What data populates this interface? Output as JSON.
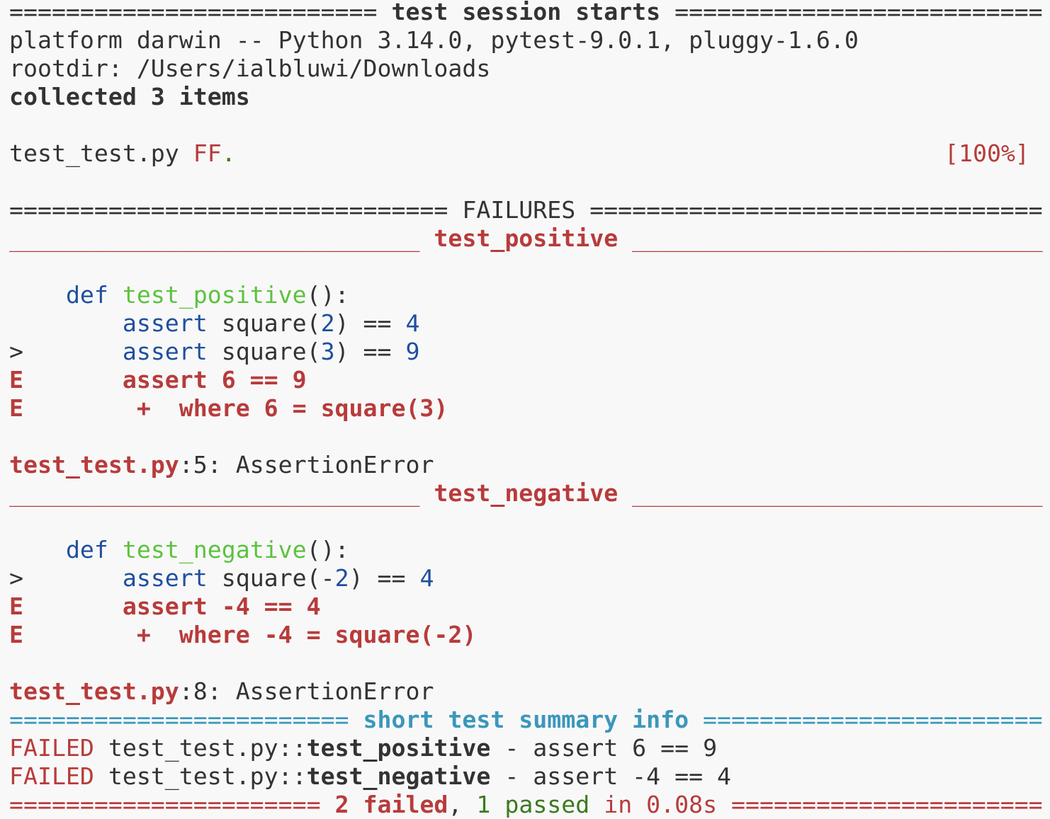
{
  "colors": {
    "red": "#b83b3b",
    "green": "#3d7a1f",
    "function_green": "#5cc23f",
    "keyword_blue": "#1f4f9e",
    "cyan": "#3b97bc",
    "text": "#333333",
    "background": "#f8f8f8"
  },
  "lines": [
    {
      "name": "session-start-header",
      "segs": [
        {
          "t": "========================== ",
          "s": "default"
        },
        {
          "t": "test session starts",
          "s": "bold"
        },
        {
          "t": " ==========================",
          "s": "default"
        }
      ]
    },
    {
      "name": "platform-info",
      "segs": [
        {
          "t": "platform darwin -- Python 3.14.0, pytest-9.0.1, pluggy-1.6.0",
          "s": "default"
        }
      ]
    },
    {
      "name": "rootdir",
      "segs": [
        {
          "t": "rootdir: /Users/ialbluwi/Downloads",
          "s": "default"
        }
      ]
    },
    {
      "name": "collected-count",
      "segs": [
        {
          "t": "collected 3 items",
          "s": "bold"
        }
      ]
    },
    {
      "name": "blank",
      "segs": []
    },
    {
      "name": "progress-line",
      "segs": [
        {
          "t": "test_test.py ",
          "s": "default"
        },
        {
          "t": "FF",
          "s": "red"
        },
        {
          "t": ".",
          "s": "green-dark"
        },
        {
          "t": "[100%]",
          "s": "red",
          "right": true
        }
      ]
    },
    {
      "name": "blank",
      "segs": []
    },
    {
      "name": "failures-header",
      "segs": [
        {
          "t": "=============================== FAILURES ================================",
          "s": "default"
        }
      ]
    },
    {
      "name": "failure-header-test-positive",
      "segs": [
        {
          "t": "_____________________________ ",
          "s": "red"
        },
        {
          "t": "test_positive",
          "s": "red-bold"
        },
        {
          "t": " _____________________________",
          "s": "red"
        }
      ]
    },
    {
      "name": "blank",
      "segs": []
    },
    {
      "name": "code-line",
      "segs": [
        {
          "t": "    ",
          "s": "default"
        },
        {
          "t": "def",
          "s": "blue"
        },
        {
          "t": " ",
          "s": "default"
        },
        {
          "t": "test_positive",
          "s": "fn-green"
        },
        {
          "t": "():",
          "s": "default"
        }
      ]
    },
    {
      "name": "code-line",
      "segs": [
        {
          "t": "        ",
          "s": "default"
        },
        {
          "t": "assert",
          "s": "blue"
        },
        {
          "t": " square(",
          "s": "default"
        },
        {
          "t": "2",
          "s": "blue"
        },
        {
          "t": ") == ",
          "s": "default"
        },
        {
          "t": "4",
          "s": "blue"
        }
      ]
    },
    {
      "name": "code-line-failing",
      "segs": [
        {
          "t": ">       ",
          "s": "default"
        },
        {
          "t": "assert",
          "s": "blue"
        },
        {
          "t": " square(",
          "s": "default"
        },
        {
          "t": "3",
          "s": "blue"
        },
        {
          "t": ") == ",
          "s": "default"
        },
        {
          "t": "9",
          "s": "blue"
        }
      ]
    },
    {
      "name": "error-line",
      "segs": [
        {
          "t": "E       assert 6 == 9",
          "s": "red-bold"
        }
      ]
    },
    {
      "name": "error-line",
      "segs": [
        {
          "t": "E        +  where 6 = square(3)",
          "s": "red-bold"
        }
      ]
    },
    {
      "name": "blank",
      "segs": []
    },
    {
      "name": "error-location",
      "segs": [
        {
          "t": "test_test.py",
          "s": "red-bold"
        },
        {
          "t": ":5: AssertionError",
          "s": "default"
        }
      ]
    },
    {
      "name": "failure-header-test-negative",
      "segs": [
        {
          "t": "_____________________________ ",
          "s": "red"
        },
        {
          "t": "test_negative",
          "s": "red-bold"
        },
        {
          "t": " _____________________________",
          "s": "red"
        }
      ]
    },
    {
      "name": "blank",
      "segs": []
    },
    {
      "name": "code-line",
      "segs": [
        {
          "t": "    ",
          "s": "default"
        },
        {
          "t": "def",
          "s": "blue"
        },
        {
          "t": " ",
          "s": "default"
        },
        {
          "t": "test_negative",
          "s": "fn-green"
        },
        {
          "t": "():",
          "s": "default"
        }
      ]
    },
    {
      "name": "code-line-failing",
      "segs": [
        {
          "t": ">       ",
          "s": "default"
        },
        {
          "t": "assert",
          "s": "blue"
        },
        {
          "t": " square(-",
          "s": "default"
        },
        {
          "t": "2",
          "s": "blue"
        },
        {
          "t": ") == ",
          "s": "default"
        },
        {
          "t": "4",
          "s": "blue"
        }
      ]
    },
    {
      "name": "error-line",
      "segs": [
        {
          "t": "E       assert -4 == 4",
          "s": "red-bold"
        }
      ]
    },
    {
      "name": "error-line",
      "segs": [
        {
          "t": "E        +  where -4 = square(-2)",
          "s": "red-bold"
        }
      ]
    },
    {
      "name": "blank",
      "segs": []
    },
    {
      "name": "error-location",
      "segs": [
        {
          "t": "test_test.py",
          "s": "red-bold"
        },
        {
          "t": ":8: AssertionError",
          "s": "default"
        }
      ]
    },
    {
      "name": "short-summary-header",
      "segs": [
        {
          "t": "======================== ",
          "s": "cyan"
        },
        {
          "t": "short test summary info",
          "s": "cyan-bold"
        },
        {
          "t": " ========================",
          "s": "cyan"
        }
      ]
    },
    {
      "name": "summary-failed-item",
      "segs": [
        {
          "t": "FAILED",
          "s": "red"
        },
        {
          "t": " test_test.py::",
          "s": "default"
        },
        {
          "t": "test_positive",
          "s": "bold"
        },
        {
          "t": " - assert 6 == 9",
          "s": "default"
        }
      ]
    },
    {
      "name": "summary-failed-item",
      "segs": [
        {
          "t": "FAILED",
          "s": "red"
        },
        {
          "t": " test_test.py::",
          "s": "default"
        },
        {
          "t": "test_negative",
          "s": "bold"
        },
        {
          "t": " - assert -4 == 4",
          "s": "default"
        }
      ]
    },
    {
      "name": "final-result-line",
      "segs": [
        {
          "t": "====================== ",
          "s": "red"
        },
        {
          "t": "2 failed",
          "s": "red-bold"
        },
        {
          "t": ", ",
          "s": "default"
        },
        {
          "t": "1 passed",
          "s": "green-dark"
        },
        {
          "t": " in 0.08s",
          "s": "red"
        },
        {
          "t": " ======================",
          "s": "red"
        }
      ]
    }
  ]
}
